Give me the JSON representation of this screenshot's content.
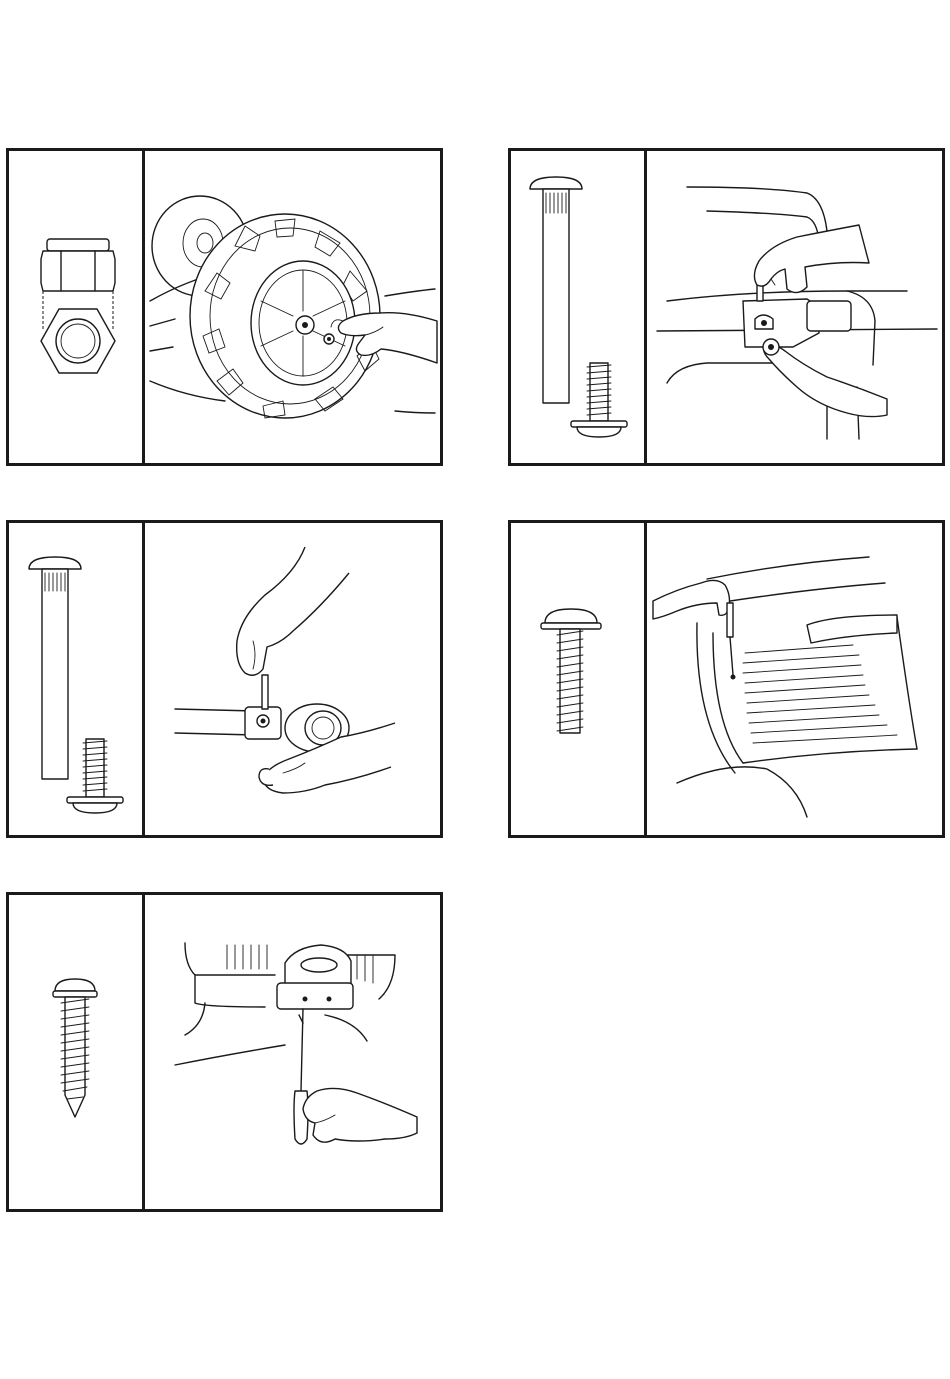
{
  "page": {
    "background": "#ffffff",
    "line_color": "#1a1a1a"
  },
  "panels": [
    {
      "id": "step-1",
      "hardware_icon": "lock-nut-icon",
      "scene_icon": "wheel-nut-install-icon"
    },
    {
      "id": "step-2",
      "hardware_icon": "long-bolt-and-short-screw-icon",
      "scene_icon": "bracket-bolt-install-icon"
    },
    {
      "id": "step-3",
      "hardware_icon": "long-bolt-and-short-screw-icon",
      "scene_icon": "hex-key-tighten-icon"
    },
    {
      "id": "step-4",
      "hardware_icon": "machine-screw-icon",
      "scene_icon": "dashboard-screw-icon"
    },
    {
      "id": "step-5",
      "hardware_icon": "self-tapping-screw-icon",
      "scene_icon": "underbody-screwdriver-icon"
    }
  ]
}
